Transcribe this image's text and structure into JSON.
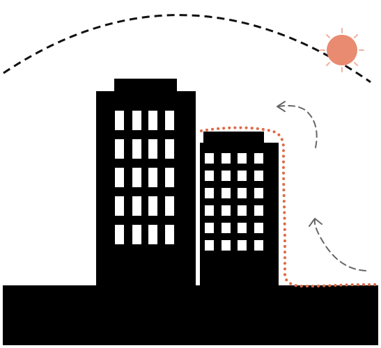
{
  "diagram": {
    "colors": {
      "background": "#ffffff",
      "building": "#000000",
      "window": "#ffffff",
      "sun_fill": "#e88b70",
      "sun_rays": "#f0b29f",
      "sun_path": "#111111",
      "airflow_arrows": "#666666",
      "heat_boundary_dots": "#dd6a45"
    },
    "elements": {
      "sun": "sun-icon",
      "sun_path": "dashed-arc",
      "buildings": [
        "tall-building",
        "short-building"
      ],
      "airflow": [
        "lower-curved-arrow",
        "upper-curved-arrow"
      ],
      "heat_boundary": "dotted-outline"
    }
  }
}
